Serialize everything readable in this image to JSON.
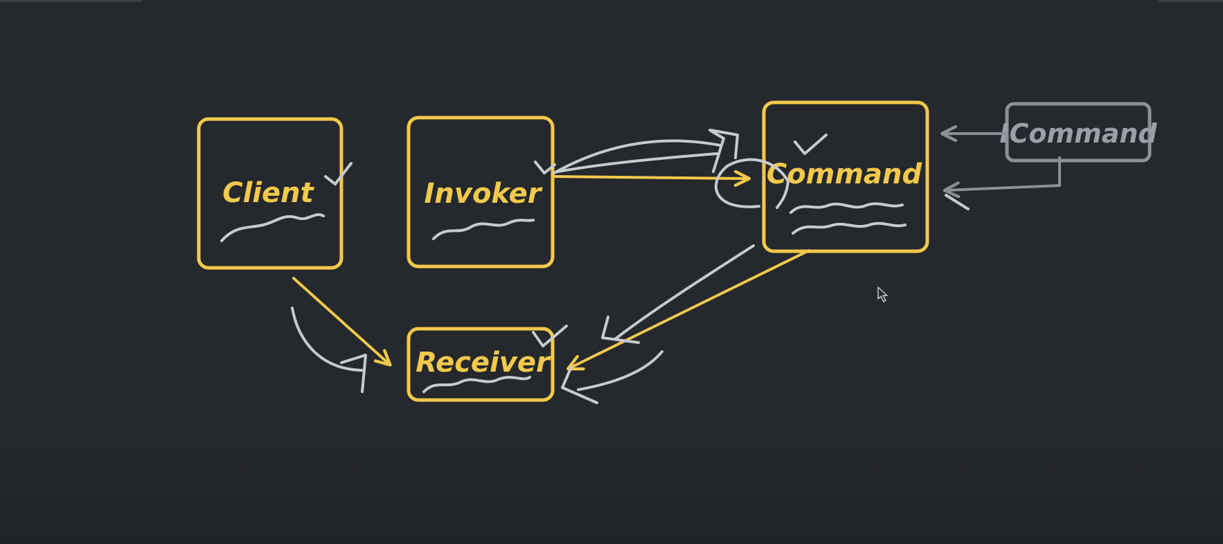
{
  "nodes": {
    "client": {
      "label": "Client"
    },
    "invoker": {
      "label": "Invoker"
    },
    "command": {
      "label": "Command"
    },
    "receiver": {
      "label": "Receiver"
    },
    "icommand": {
      "label": "ICommand"
    }
  },
  "colors": {
    "background": "#25282c",
    "accent": "#f2c94c",
    "muted": "#8b9097",
    "annotation": "#c7cbd0"
  },
  "icons": {
    "cursor": "mouse-pointer-icon"
  }
}
